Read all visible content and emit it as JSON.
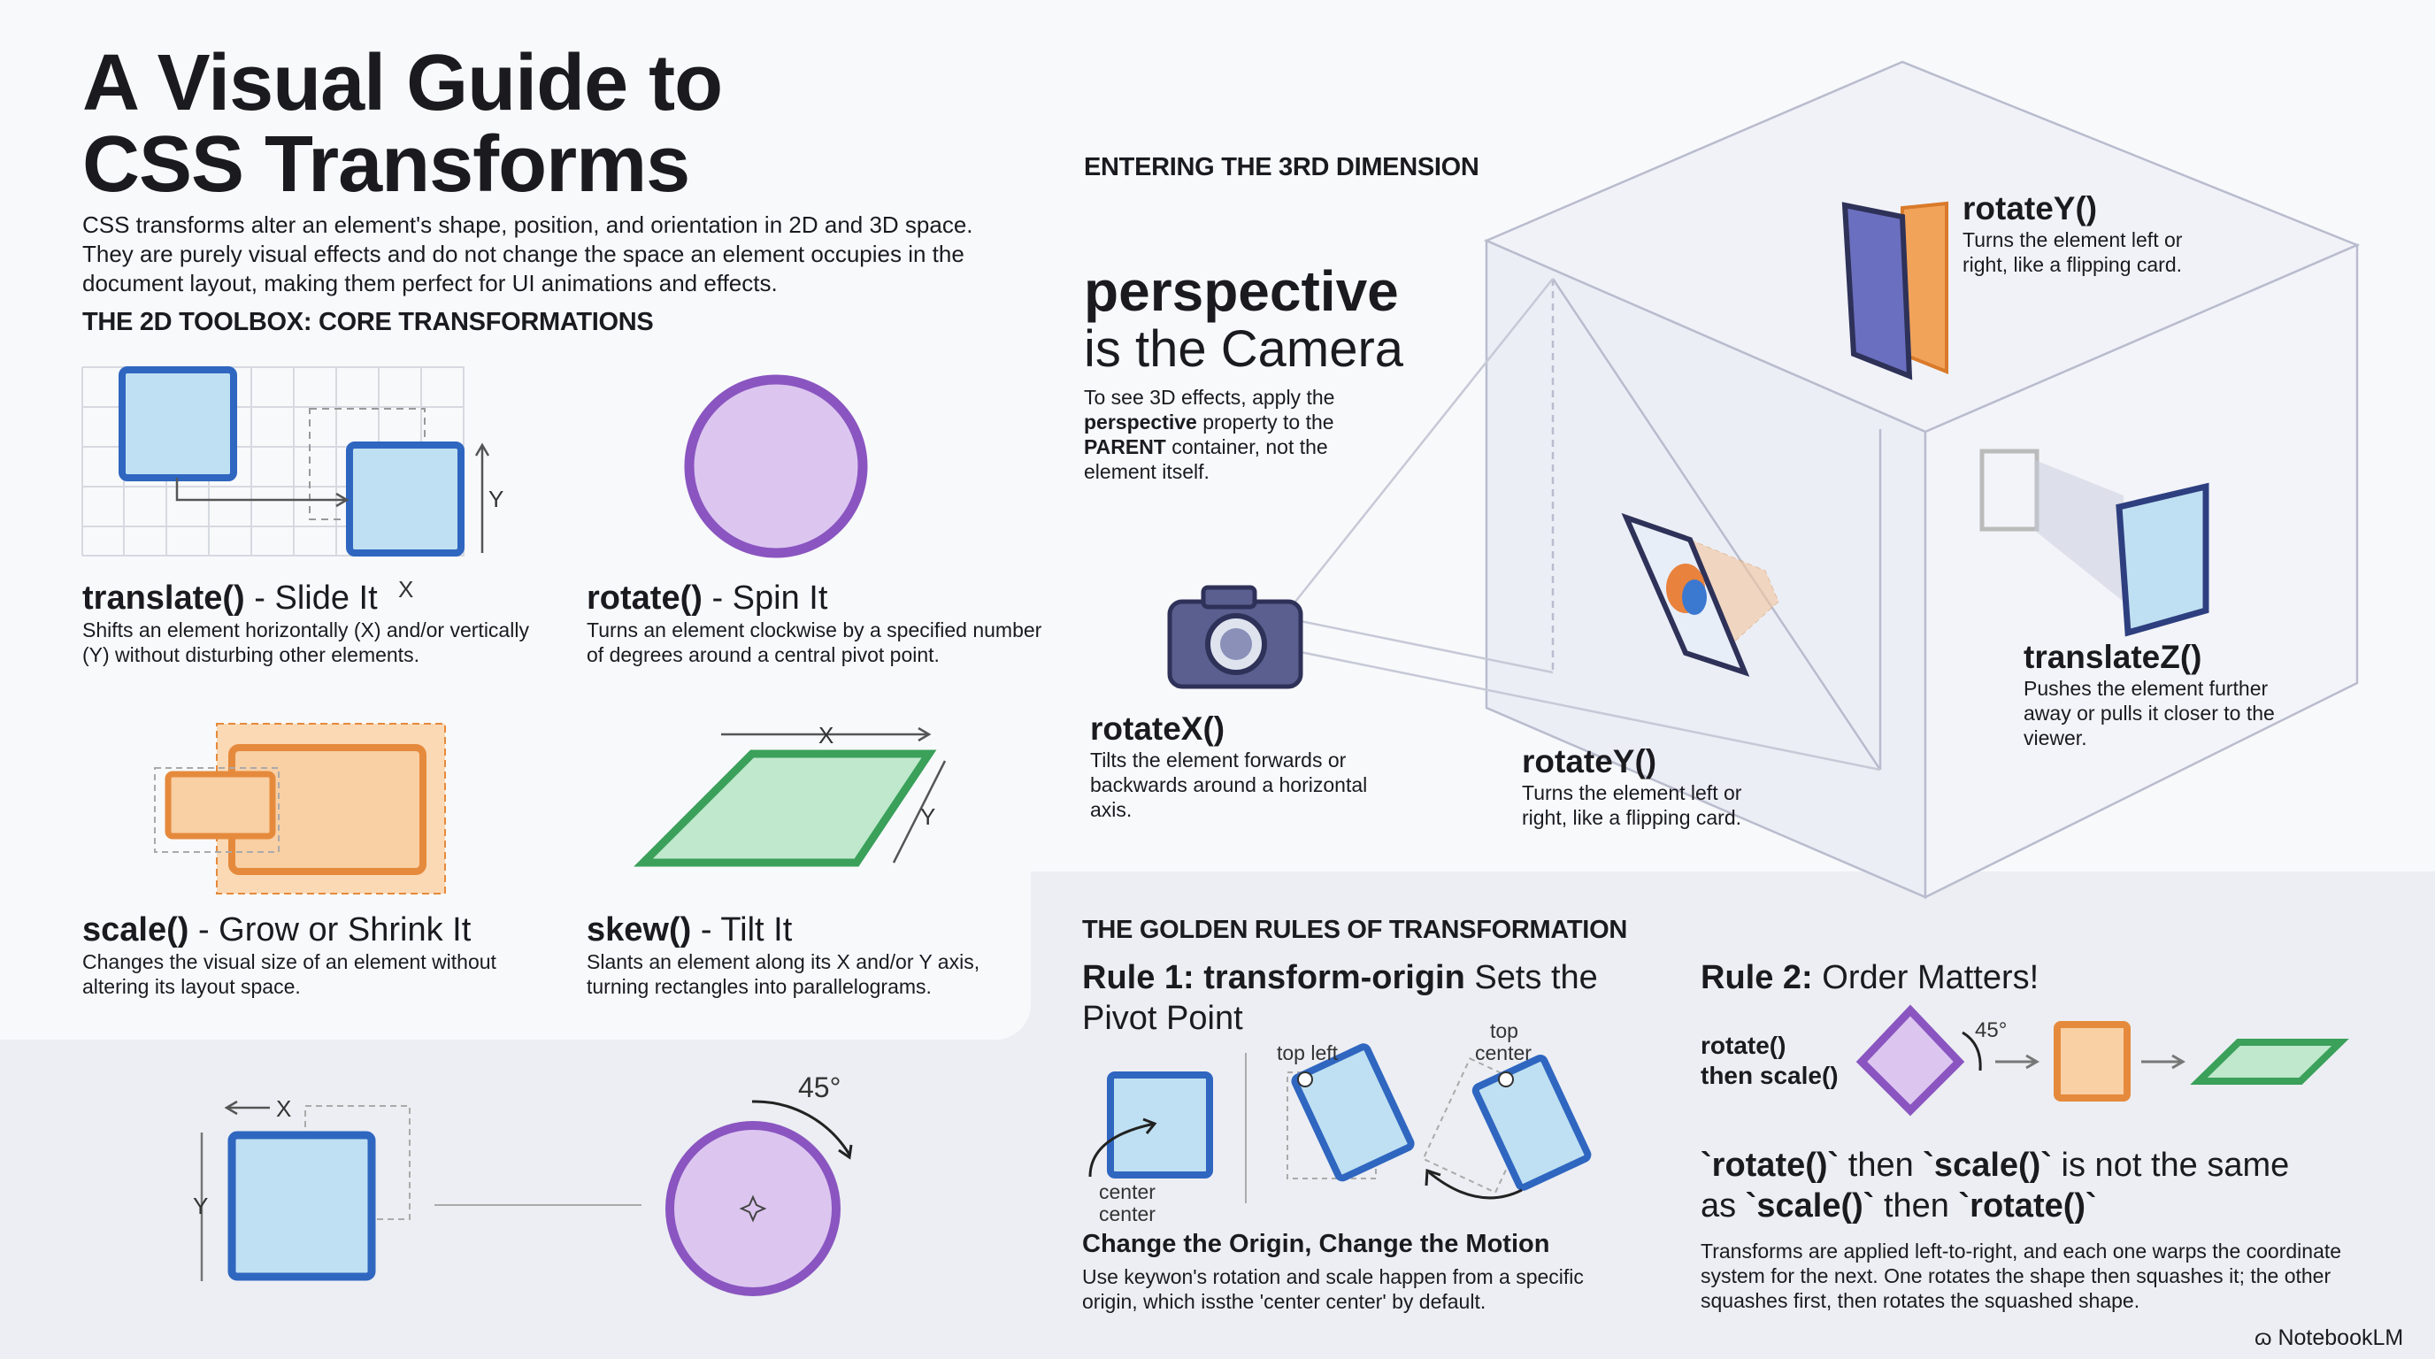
{
  "title_line1": "A Visual Guide to",
  "title_line2": "CSS Transforms",
  "intro": "CSS transforms alter an element's shape, position, and orientation in 2D and 3D space. They are purely visual effects and do not change the space an element occupies in the document layout, making them perfect for UI animations and effects.",
  "toolbox_heading": "THE 2D TOOLBOX: CORE TRANSFORMATIONS",
  "tools": [
    {
      "fn": "translate()",
      "name": " - Slide It",
      "desc": "Shifts an element horizontally (X) and/or vertically (Y) without disturbing other elements."
    },
    {
      "fn": "rotate()",
      "name": " - Spin It",
      "desc": "Turns an element clockwise by a specified number of degrees around a central pivot point."
    },
    {
      "fn": "scale()",
      "name": " - Grow or Shrink It",
      "desc": "Changes the visual size of an element without altering its layout space."
    },
    {
      "fn": "skew()",
      "name": " - Tilt It",
      "desc": "Slants an element along its X and/or Y axis, turning rectangles into parallelograms."
    }
  ],
  "axis": {
    "x": "X",
    "y": "Y",
    "deg": "45°"
  },
  "three_d": {
    "heading": "ENTERING THE 3RD DIMENSION",
    "persp_title1": "perspective",
    "persp_title2": "is the Camera",
    "persp_desc_a": "To see 3D effects, apply the ",
    "persp_desc_b": "perspective",
    "persp_desc_c": " property to the ",
    "persp_desc_d": "PARENT",
    "persp_desc_e": " container, not the element itself.",
    "rotateY_top": {
      "fn": "rotateY()",
      "desc": "Turns the element left or right, like a flipping card."
    },
    "translateZ": {
      "fn": "translateZ()",
      "desc": "Pushes the element further away or pulls it closer to the viewer."
    },
    "rotateX": {
      "fn": "rotateX()",
      "desc": "Tilts the element forwards or backwards around a horizontal axis."
    },
    "rotateY_bottom": {
      "fn": "rotateY()",
      "desc": "Turns the element left or right, like a flipping card."
    }
  },
  "rules": {
    "heading": "THE GOLDEN RULES OF TRANSFORMATION",
    "rule1_prefix": "Rule 1: transform-origin",
    "rule1_rest": " Sets the Pivot Point",
    "origin_labels": {
      "center1": "center",
      "center2": "center",
      "top_left": "top left",
      "top": "top",
      "top_center": "center"
    },
    "rule1_sub": "Change the Origin, Change the Motion",
    "rule1_desc": "Use keywon's rotation and scale happen from a specific origin, which issthe 'center center' by default.",
    "rule2_prefix": "Rule 2:",
    "rule2_rest": " Order Matters!",
    "rule2_seq1": "rotate()",
    "rule2_seq2": "then scale()",
    "rule2_big_a": "`rotate()`",
    "rule2_big_b": " then ",
    "rule2_big_c": "`scale()`",
    "rule2_big_d": " is not the same as ",
    "rule2_big_e": "`scale()`",
    "rule2_big_f": " then ",
    "rule2_big_g": "`rotate()`",
    "rule2_desc": "Transforms are applied left-to-right, and each one warps the coordinate system for the next. One rotates the shape then squashes it; the other squashes first, then rotates the squashed shape."
  },
  "brand": "NotebookLM",
  "colors": {
    "blue": "#3b78d0",
    "blue_fill": "#bfe0f2",
    "purple": "#8a55c0",
    "purple_fill": "#dcc6f0",
    "orange": "#e58a3c",
    "orange_fill": "#f9cfa4",
    "green": "#3aa05a",
    "green_fill": "#bfe8cc"
  }
}
